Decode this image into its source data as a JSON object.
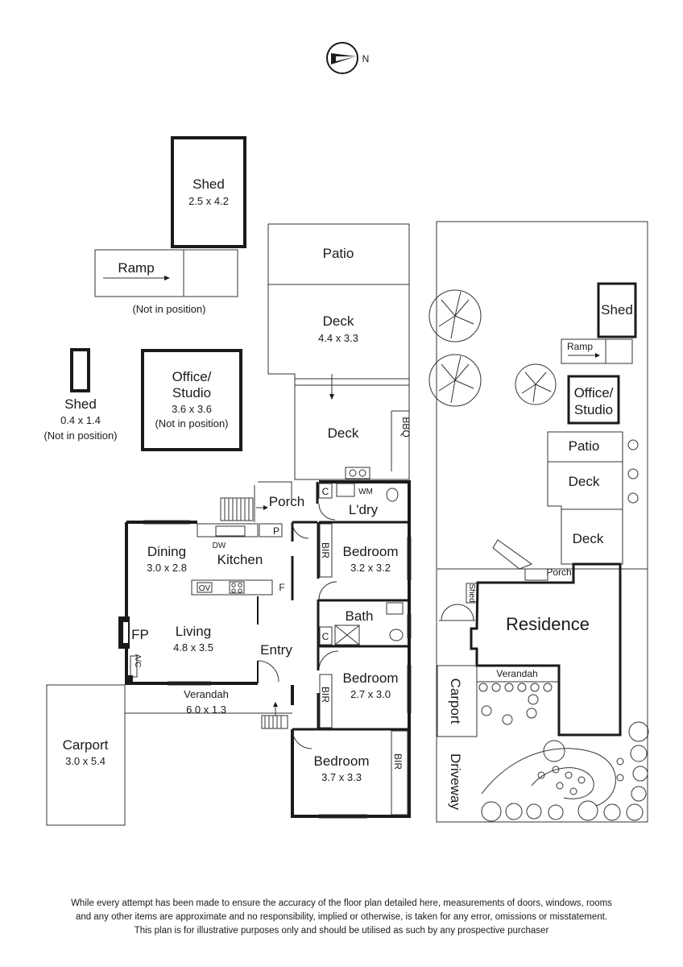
{
  "compass": {
    "label": "N"
  },
  "plan": {
    "shed_large": {
      "name": "Shed",
      "dims": "2.5 x 4.2"
    },
    "ramp": {
      "name": "Ramp",
      "note": "(Not in position)"
    },
    "shed_small": {
      "name": "Shed",
      "dims": "0.4 x 1.4",
      "note": "(Not in position)"
    },
    "office": {
      "name_line1": "Office/",
      "name_line2": "Studio",
      "dims": "3.6 x 3.6",
      "note": "(Not in position)"
    },
    "patio": {
      "name": "Patio"
    },
    "deck_upper": {
      "name": "Deck",
      "dims": "4.4 x 3.3"
    },
    "deck_lower": {
      "name": "Deck"
    },
    "bbq": {
      "name": "BBQ"
    },
    "porch": {
      "name": "Porch"
    },
    "laundry": {
      "name": "L'dry",
      "wm": "WM",
      "c": "C"
    },
    "dining": {
      "name": "Dining",
      "dims": "3.0 x 2.8"
    },
    "kitchen": {
      "name": "Kitchen",
      "dw": "DW",
      "p": "P",
      "ov": "OV",
      "f": "F"
    },
    "bedroom1": {
      "name": "Bedroom",
      "dims": "3.2 x 3.2",
      "bir": "BIR"
    },
    "bath": {
      "name": "Bath",
      "c": "C"
    },
    "living": {
      "name": "Living",
      "dims": "4.8 x 3.5",
      "fp": "FP",
      "ac": "A/C"
    },
    "entry": {
      "name": "Entry"
    },
    "bedroom2": {
      "name": "Bedroom",
      "dims": "2.7 x 3.0",
      "bir": "BIR"
    },
    "verandah": {
      "name": "Verandah",
      "dims": "6.0 x 1.3"
    },
    "carport": {
      "name": "Carport",
      "dims": "3.0 x 5.4"
    },
    "bedroom3": {
      "name": "Bedroom",
      "dims": "3.7 x 3.3",
      "bir": "BIR"
    }
  },
  "site": {
    "shed": "Shed",
    "ramp": "Ramp",
    "office_line1": "Office/",
    "office_line2": "Studio",
    "patio": "Patio",
    "deck1": "Deck",
    "deck2": "Deck",
    "porch": "Porch",
    "shed_small": "Shed",
    "residence": "Residence",
    "verandah": "Verandah",
    "carport": "Carport",
    "driveway": "Driveway"
  },
  "disclaimer": {
    "line1": "While every attempt has been made to ensure the accuracy of the floor plan detailed here, measurements of doors, windows, rooms",
    "line2": "and any other items are approximate and no responsibility, implied or otherwise, is taken for any error, omissions or misstatement.",
    "line3": "This plan is for illustrative purposes only and should be utilised as such by any prospective purchaser"
  }
}
